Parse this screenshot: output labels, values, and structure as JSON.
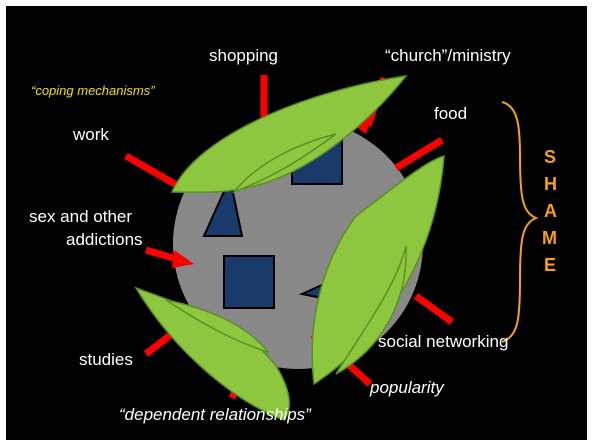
{
  "labels": {
    "shopping": "shopping",
    "church_ministry": "“church”/ministry",
    "coping_mechanisms": "“coping mechanisms”",
    "work": "work",
    "food": "food",
    "sex_line1": "sex and other",
    "sex_line2": "addictions",
    "studies": "studies",
    "social_networking": "social networking",
    "popularity": "popularity",
    "dependent_relationships": "“dependent relationships”"
  },
  "shame": [
    "S",
    "H",
    "A",
    "M",
    "E"
  ],
  "colors": {
    "background": "#000000",
    "circle": "#888888",
    "arrow": "#ff0000",
    "leaf": "#8dc63f",
    "shape_fill": "#1a3a6b",
    "shame_text": "#f5a020",
    "coping_text": "#f0e000"
  }
}
